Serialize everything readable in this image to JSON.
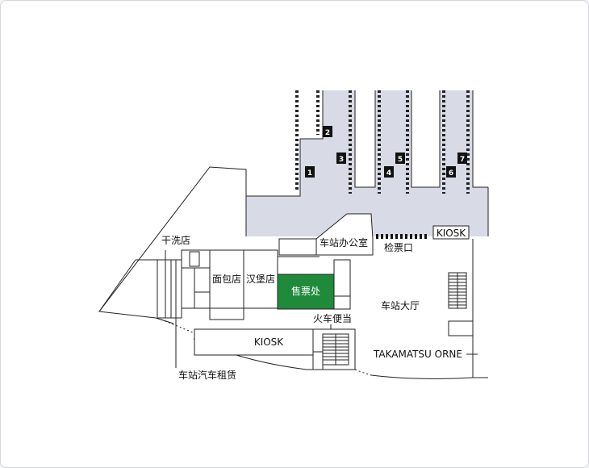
{
  "map": {
    "colors": {
      "platform": "#d8dbe6",
      "ticket_office": "#1f8a3a",
      "wall": "#222222",
      "card_border": "#d4d6da"
    },
    "tracks": [
      "1",
      "2",
      "3",
      "4",
      "5",
      "6",
      "7"
    ],
    "labels": {
      "laundry": "干洗店",
      "bakery": "面包店",
      "burger": "汉堡店",
      "ticket_office": "售票处",
      "station_office": "车站办公室",
      "ticket_gate": "检票口",
      "kiosk_top": "KIOSK",
      "concourse": "车站大厅",
      "bento": "火车便当",
      "kiosk_bottom": "KIOSK",
      "orne": "TAKAMATSU ORNE",
      "car_rental": "车站汽车租赁"
    }
  }
}
